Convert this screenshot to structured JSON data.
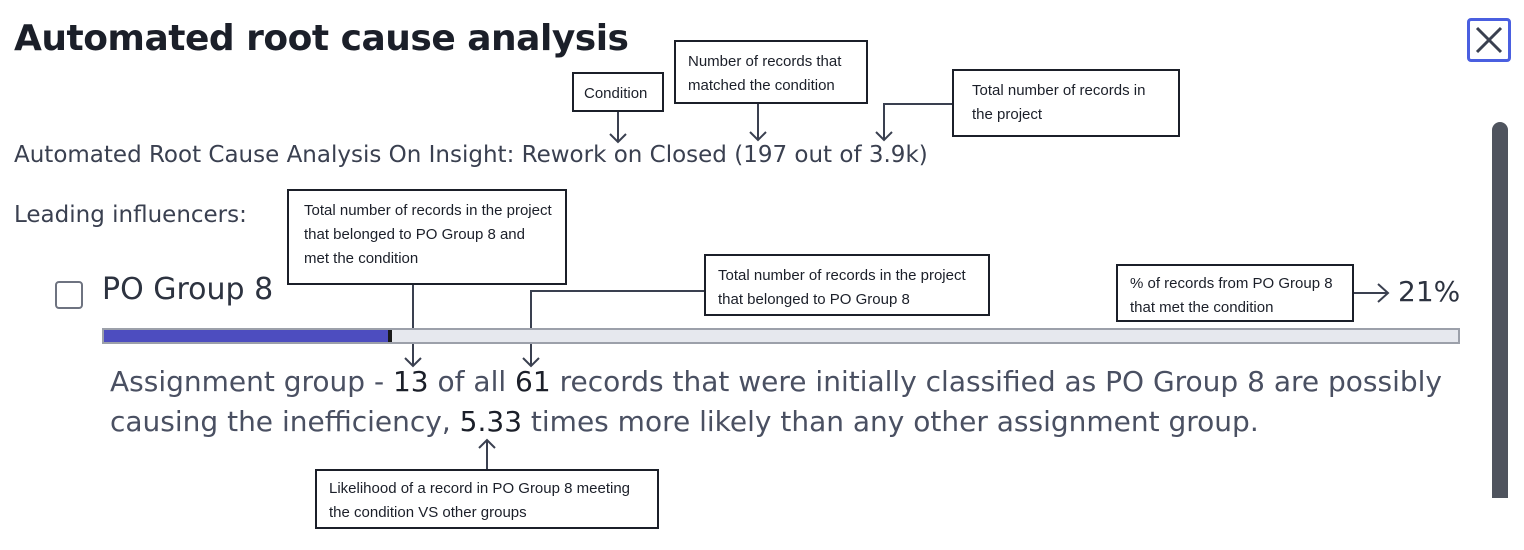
{
  "dialog": {
    "title": "Automated root cause analysis",
    "close_icon": "close-icon"
  },
  "analysis": {
    "subtitle": "Automated Root Cause Analysis On Insight: Rework on Closed (197 out of 3.9k)",
    "leading_label": "Leading influencers:"
  },
  "influencer": {
    "name": "PO Group 8",
    "percent": "21%",
    "percent_value": 0.21,
    "description": {
      "part1": "Assignment group - ",
      "matched": "13",
      "part2": " of all ",
      "total": "61",
      "part3": " records that were initially classified as PO Group 8 are possibly causing the inefficiency, ",
      "likelihood": "5.33",
      "part4": " times more likely than any other assignment group."
    }
  },
  "callouts": {
    "condition": "Condition",
    "matched_records": "Number of records that matched the condition",
    "total_records": "Total number of records in the project",
    "group_matched": "Total number of records in the project that belonged to PO Group 8 and met the condition",
    "group_total": "Total number of records in the project that belonged to PO Group 8",
    "group_percent": "% of records from PO Group 8 that met the condition",
    "likelihood": "Likelihood of a record in PO Group 8 meeting the condition VS other groups"
  },
  "colors": {
    "accent": "#4a5fe0",
    "bar_fill": "#4d4dbf",
    "bar_track": "#e6e8ee"
  }
}
